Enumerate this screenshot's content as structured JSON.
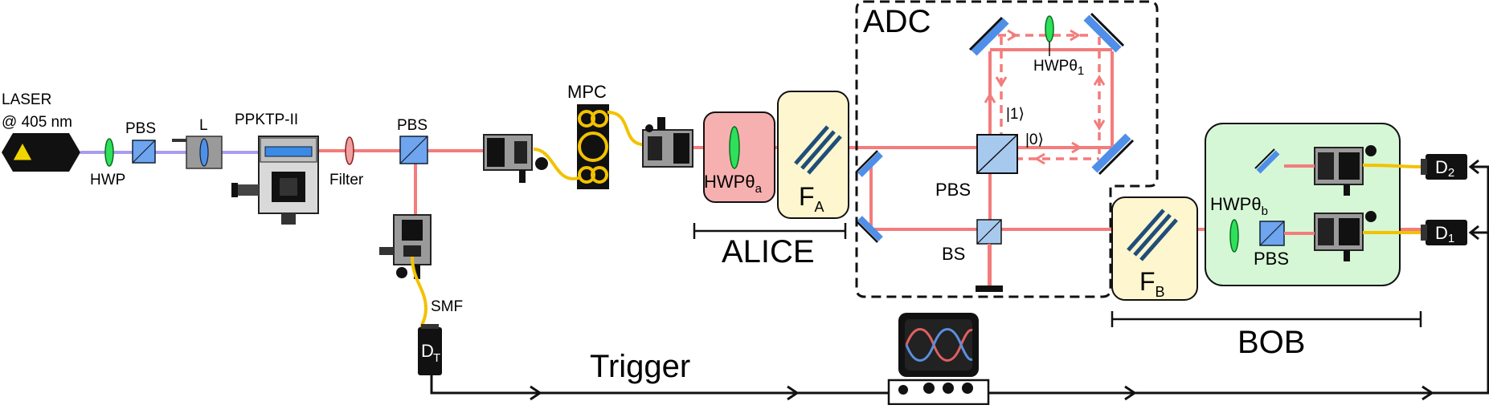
{
  "colors": {
    "pump_beam": "#a99cf0",
    "signal_beam": "#f37c7c",
    "fiber": "#f2c200",
    "alice_box": "#f7b0b0",
    "filter_box": "#fdf6cf",
    "bob_box": "#d6f7d6",
    "waveplate": "#2ee05a",
    "optic_blue": "#4f8fe8",
    "mount_grey": "#8c8c8c"
  },
  "labels": {
    "laser_line1": "LASER",
    "laser_line2": "@ 405 nm",
    "hwp_pump": "HWP",
    "pbs_pump": "PBS",
    "lens": "L",
    "crystal": "PPKTP-II",
    "filter": "Filter",
    "pbs_main": "PBS",
    "mpc": "MPC",
    "smf": "SMF",
    "dt_main": "D",
    "dt_sub": "T",
    "alice_hwp_main": "HWPθ",
    "alice_hwp_sub": "a",
    "fa_main": "F",
    "fa_sub": "A",
    "alice": "ALICE",
    "adc": "ADC",
    "hwp1_main": "HWPθ",
    "hwp1_sub": "1",
    "ket1": "|1⟩",
    "ket0": "|0⟩",
    "pbs_adc": "PBS",
    "bs_adc": "BS",
    "fb_main": "F",
    "fb_sub": "B",
    "bob_hwp_main": "HWPθ",
    "bob_hwp_sub": "b",
    "pbs_bob": "PBS",
    "bob": "BOB",
    "d2_main": "D",
    "d2_sub": "2",
    "d1_main": "D",
    "d1_sub": "1",
    "trigger": "Trigger"
  }
}
